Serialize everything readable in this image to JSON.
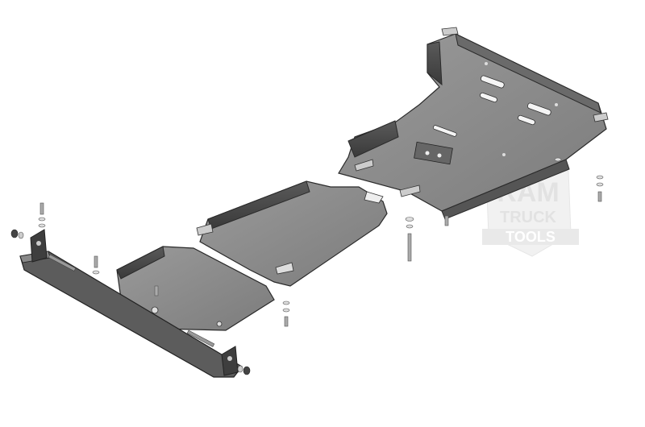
{
  "watermark": {
    "line1": "RAM",
    "line2": "TRUCK",
    "line3": "TOOLS"
  },
  "colors": {
    "background": "#ffffff",
    "plate_top": "#8a8a8a",
    "plate_side": "#4a4a4a",
    "plate_edge": "#2a2a2a",
    "hardware": "#b5b5b5",
    "watermark": "#e2e2e2"
  }
}
